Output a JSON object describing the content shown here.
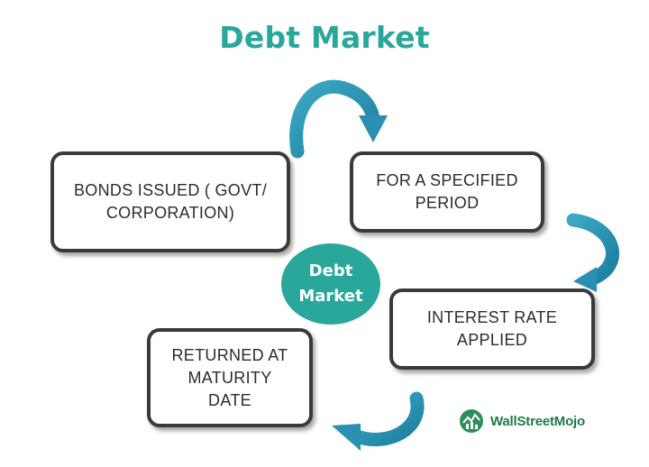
{
  "title": "Debt Market",
  "center_label": "Debt\nMarket",
  "steps": [
    {
      "id": "bonds",
      "text": "BONDS ISSUED ( GOVT/\nCORPORATION)"
    },
    {
      "id": "period",
      "text": "FOR A SPECIFIED\nPERIOD"
    },
    {
      "id": "interest",
      "text": "INTEREST RATE\nAPPLIED"
    },
    {
      "id": "returned",
      "text": "RETURNED AT\nMATURITY\nDATE"
    }
  ],
  "logo": {
    "text": "WallStreetMojo",
    "icon": "wallstreetmojo-logo-icon"
  },
  "colors": {
    "accent": "#2aa79b",
    "arrow": "#2a8fb0",
    "box_border": "#3a3a3a",
    "logo_green": "#1f7a4a"
  }
}
